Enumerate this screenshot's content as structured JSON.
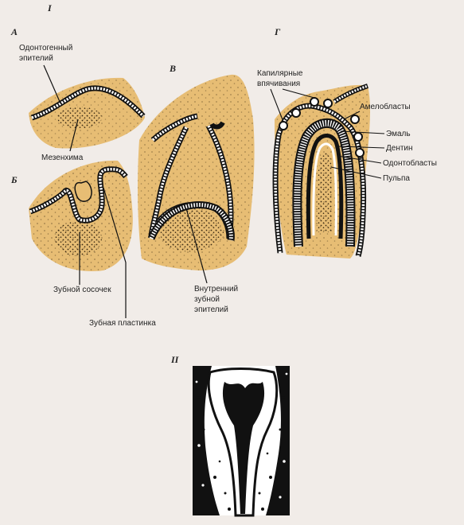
{
  "section_labels": {
    "part1": "I",
    "part2": "II"
  },
  "panels": {
    "a": "А",
    "b": "Б",
    "v": "В",
    "g": "Г"
  },
  "labels": {
    "odontogenic_epithelium_line1": "Одонтогенный",
    "odontogenic_epithelium_line2": "эпителий",
    "mesenchyme": "Мезенхима",
    "dental_papilla": "Зубной сосочек",
    "dental_lamina": "Зубная пластинка",
    "inner_enamel_epithelium_line1": "Внутренний",
    "inner_enamel_epithelium_line2": "зубной",
    "inner_enamel_epithelium_line3": "эпителий",
    "capillary_invaginations_line1": "Капилярные",
    "capillary_invaginations_line2": "впячивания",
    "ameloblasts": "Амелобласты",
    "enamel": "Эмаль",
    "dentin": "Дентин",
    "odontoblasts": "Одонтобласты",
    "pulp": "Пульпа"
  },
  "colors": {
    "tissue": "#e7bd74",
    "background": "#f1ece8",
    "ink": "#111111",
    "xray_bg": "#ffffff"
  }
}
